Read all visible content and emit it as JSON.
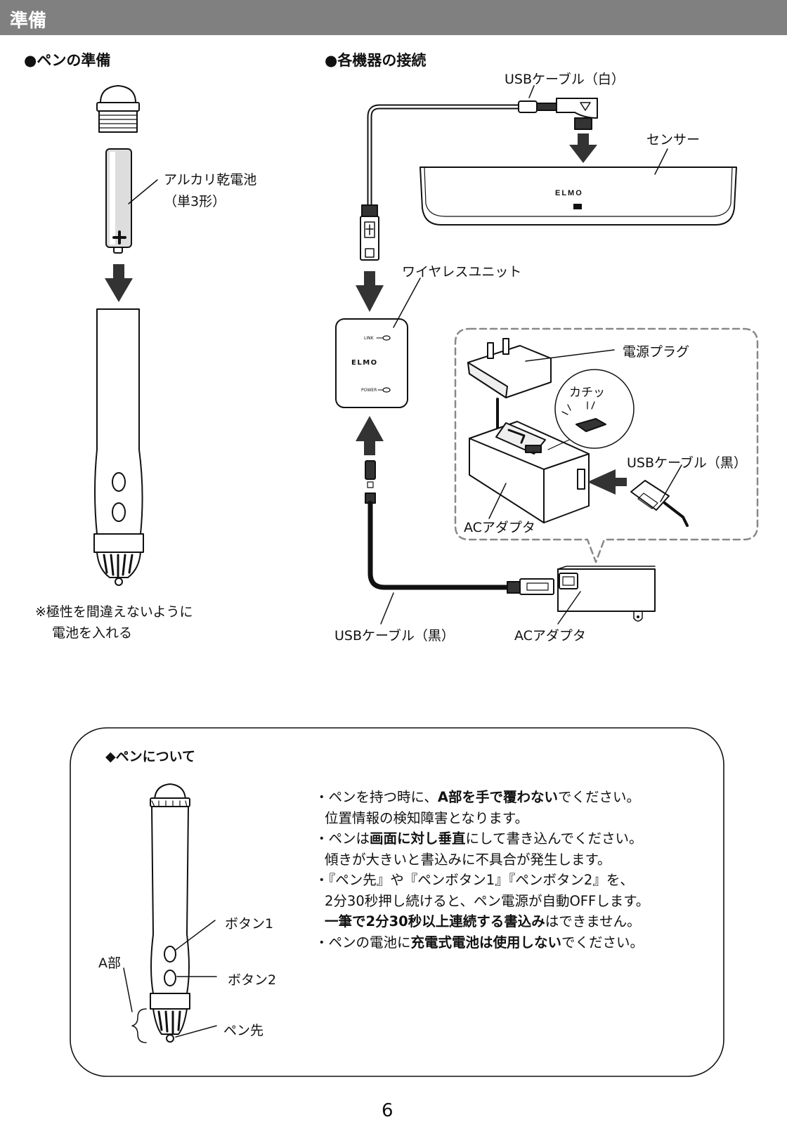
{
  "header": {
    "title": "準備"
  },
  "pen_prep": {
    "heading": "●ペンの準備",
    "battery_label_1": "アルカリ乾電池",
    "battery_label_2": "（単3形）",
    "note_1": "※極性を間違えないように",
    "note_2": "電池を入れる"
  },
  "connection": {
    "heading": "●各機器の接続",
    "usb_white": "USBケーブル（白）",
    "sensor": "センサー",
    "sensor_logo": "ELMO",
    "wireless_unit": "ワイヤレスユニット",
    "unit_logo": "ELMO",
    "unit_link": "LINK",
    "unit_power": "POWER",
    "power_plug": "電源プラグ",
    "click": "カチッ",
    "usb_black_inset": "USBケーブル（黒）",
    "ac_adapter_inset": "ACアダプタ",
    "usb_black": "USBケーブル（黒）",
    "ac_adapter": "ACアダプタ"
  },
  "pen_about": {
    "heading": "◆ペンについて",
    "button1": "ボタン1",
    "button2": "ボタン2",
    "part_a": "A部",
    "pen_tip": "ペン先",
    "notes": {
      "l1a": "・ペンを持つ時に、",
      "l1b": "A部を手で覆わない",
      "l1c": "でください。",
      "l2": "位置情報の検知障害となります。",
      "l3a": "・ペンは",
      "l3b": "画面に対し垂直",
      "l3c": "にして書き込んでください。",
      "l4": "傾きが大きいと書込みに不具合が発生します。",
      "l5": "・『ペン先』や『ペンボタン1』『ペンボタン2』を、",
      "l6": "2分30秒押し続けると、ペン電源が自動OFFします。",
      "l7a": "一筆で2分30秒以上連続する書込み",
      "l7b": "はできません。",
      "l8a": "・ペンの電池に",
      "l8b": "充電式電池は使用しない",
      "l8c": "でください。"
    }
  },
  "page_number": "6"
}
